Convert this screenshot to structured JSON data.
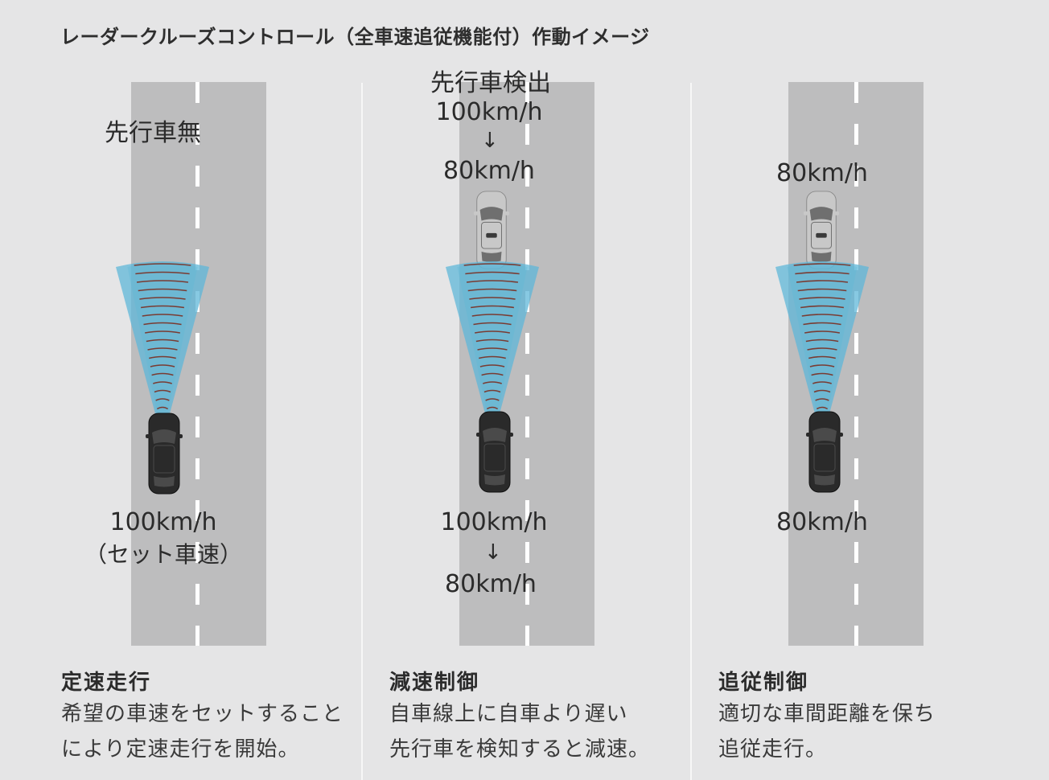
{
  "title": "レーダークルーズコントロール（全車速追従機能付）作動イメージ",
  "colors": {
    "background": "#e5e5e6",
    "road": "#bdbdbe",
    "lane_marking": "#ffffff",
    "radar_beam": "#5fb7d8",
    "radar_wave": "#7a3b32",
    "own_car": "#2a2a2a",
    "lead_car": "#c8c8c8"
  },
  "panels": [
    {
      "label_top": "先行車無",
      "own_speed": "100km/h",
      "own_note": "（セット車速）",
      "heading": "定速走行",
      "desc_line1": "希望の車速をセットすること",
      "desc_line2": "により定速走行を開始。"
    },
    {
      "label_top": "先行車検出",
      "lead_speed_from": "100km/h",
      "lead_arrow": "↓",
      "lead_speed_to": "80km/h",
      "own_speed_from": "100km/h",
      "own_arrow": "↓",
      "own_speed_to": "80km/h",
      "heading": "減速制御",
      "desc_line1": "自車線上に自車より遅い",
      "desc_line2": "先行車を検知すると減速。"
    },
    {
      "lead_speed": "80km/h",
      "own_speed": "80km/h",
      "heading": "追従制御",
      "desc_line1": "適切な車間距離を保ち",
      "desc_line2": "追従走行。"
    }
  ],
  "icons": [
    "own-car-icon",
    "lead-car-icon",
    "radar-beam-icon",
    "lane-marking"
  ]
}
